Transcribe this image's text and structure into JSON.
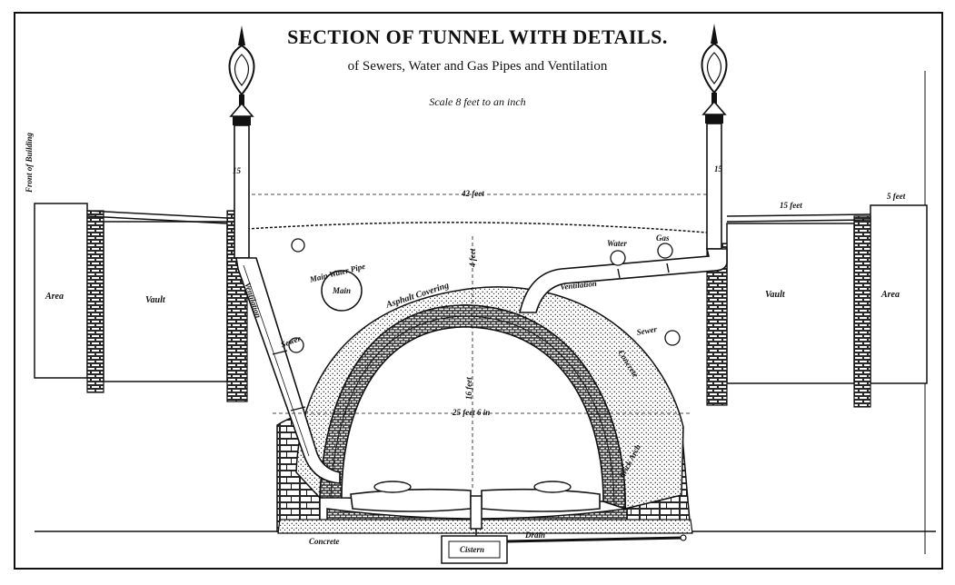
{
  "title": "SECTION OF TUNNEL WITH DETAILS.",
  "subtitle": "of Sewers, Water and Gas Pipes and Ventilation",
  "scale_note": "Scale 8 feet to an inch",
  "labels": {
    "front_of_building": "Front of Building",
    "width_top": "42 feet",
    "sidewalk_width": "15 feet",
    "five_feet": "5 feet",
    "area_left": "Area",
    "vault_left": "Vault",
    "vault_right": "Vault",
    "area_right": "Area",
    "main_water_pipe": "Main Water Pipe",
    "main": "Main",
    "asphalt_covering": "Asphalt Covering",
    "ventilation_left": "Ventilation",
    "ventilation_right": "Ventilation",
    "water": "Water",
    "gas": "Gas",
    "sewer_left": "Sewer",
    "sewer_right": "Sewer",
    "concrete_side": "Concrete",
    "height": "16 feet",
    "interior_width": "25 feet 6 in",
    "concrete_bottom": "Concrete",
    "cistern": "Cistern",
    "drain": "Drain",
    "brick_arch": "Brick Arch",
    "depth_mark": "4 feet",
    "fifteen_left": "15",
    "fifteen_right": "15"
  },
  "colors": {
    "ink": "#111111",
    "paper": "#ffffff",
    "fill_light": "#f4f4f4"
  }
}
